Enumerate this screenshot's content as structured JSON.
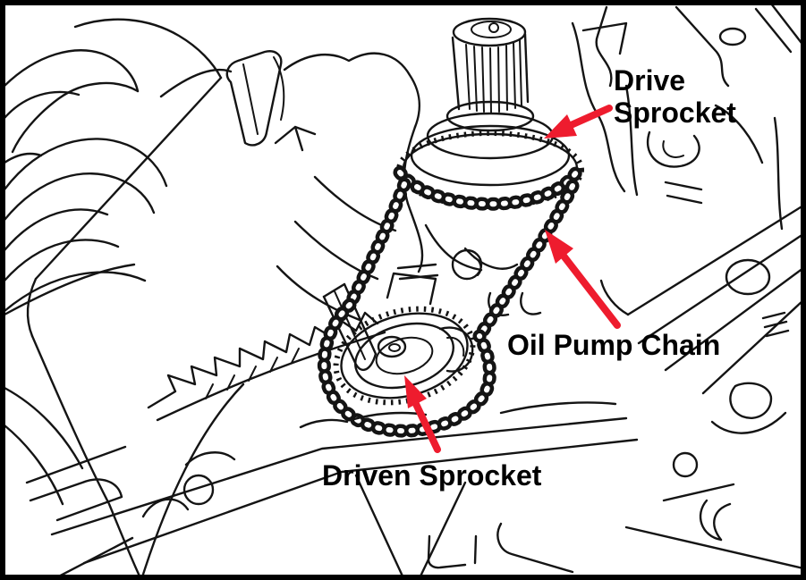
{
  "figure": {
    "description": "Engine service-manual line illustration of oil pump chain removal, a hand holding the chain over two sprockets",
    "colors": {
      "background": "#ffffff",
      "line": "#141414",
      "callout_arrow": "#ee1c2e",
      "label_text": "#000000",
      "border": "#000000"
    },
    "callouts": {
      "drive_sprocket": {
        "text": "Drive\nSprocket"
      },
      "oil_pump_chain": {
        "text": "Oil Pump Chain"
      },
      "driven_sprocket": {
        "text": "Driven Sprocket"
      }
    }
  }
}
